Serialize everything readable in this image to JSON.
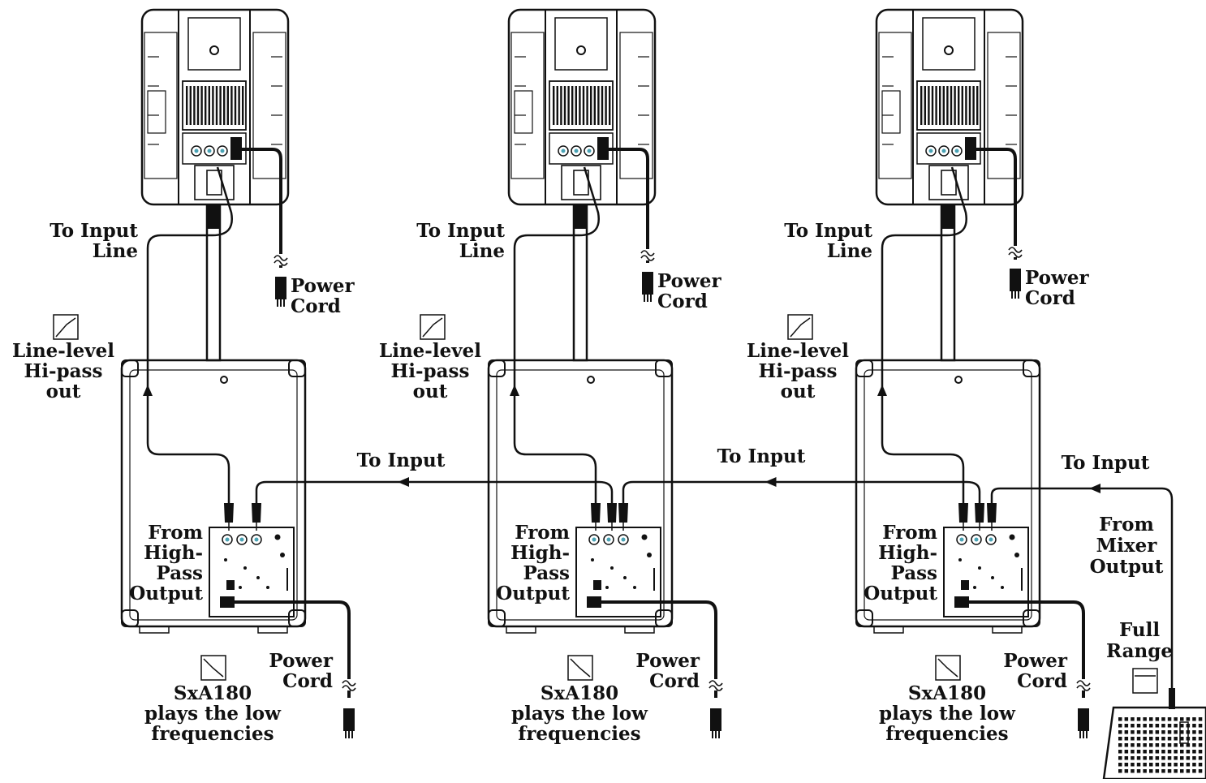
{
  "colors": {
    "line": "#111111",
    "connector_detail": "#4aa3b5",
    "background": "#ffffff"
  },
  "rigs": [
    {
      "to_input_line": [
        "To Input",
        "Line"
      ],
      "power_cord_top": [
        "Power",
        "Cord"
      ],
      "hipass": [
        "Line-level",
        "Hi-pass",
        "out"
      ],
      "from_highpass": [
        "From",
        "High-",
        "Pass",
        "Output"
      ],
      "power_cord_bottom": [
        "Power",
        "Cord"
      ],
      "sub_caption": [
        "SxA180",
        "plays the low",
        "frequencies"
      ]
    },
    {
      "to_input_line": [
        "To Input",
        "Line"
      ],
      "power_cord_top": [
        "Power",
        "Cord"
      ],
      "hipass": [
        "Line-level",
        "Hi-pass",
        "out"
      ],
      "from_highpass": [
        "From",
        "High-",
        "Pass",
        "Output"
      ],
      "power_cord_bottom": [
        "Power",
        "Cord"
      ],
      "sub_caption": [
        "SxA180",
        "plays the low",
        "frequencies"
      ]
    },
    {
      "to_input_line": [
        "To Input",
        "Line"
      ],
      "power_cord_top": [
        "Power",
        "Cord"
      ],
      "hipass": [
        "Line-level",
        "Hi-pass",
        "out"
      ],
      "from_highpass": [
        "From",
        "High-",
        "Pass",
        "Output"
      ],
      "power_cord_bottom": [
        "Power",
        "Cord"
      ],
      "sub_caption": [
        "SxA180",
        "plays the low",
        "frequencies"
      ]
    }
  ],
  "link_labels": [
    "To Input",
    "To Input",
    "To Input"
  ],
  "mixer": {
    "from_mixer": [
      "From",
      "Mixer",
      "Output"
    ],
    "full_range": [
      "Full",
      "Range"
    ]
  },
  "icons": {
    "hipass": "hi-pass-filter-icon",
    "lowpass": "low-pass-filter-icon",
    "fullrange": "full-range-icon",
    "mixer": "mixer-console-icon"
  }
}
